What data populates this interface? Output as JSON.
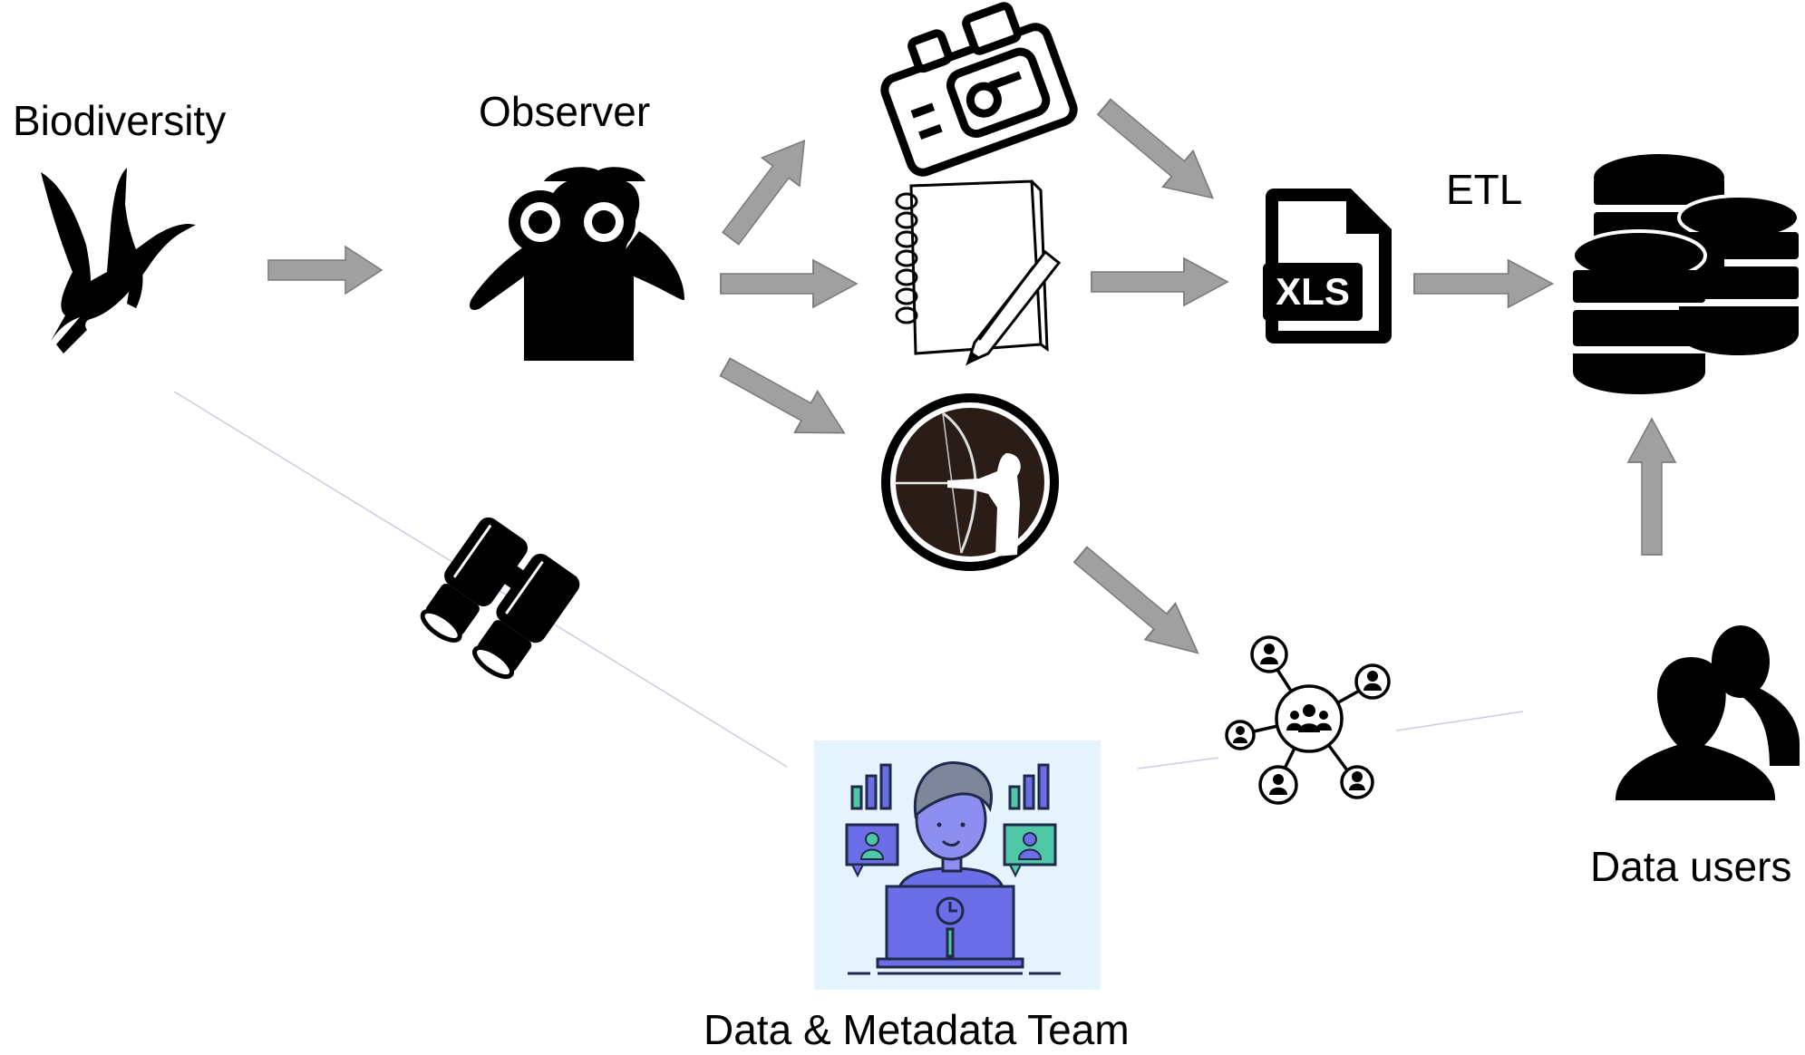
{
  "labels": {
    "biodiversity": "Biodiversity",
    "observer": "Observer",
    "etl": "ETL",
    "data_users": "Data users",
    "team": "Data & Metadata Team"
  },
  "xls_badge": "XLS",
  "icons": [
    "bird-icon",
    "binoculars-observer-icon",
    "sound-recorder-icon",
    "notebook-pencil-icon",
    "archery-icon",
    "spreadsheet-xls-icon",
    "database-icon",
    "users-icon",
    "network-icon",
    "binoculars-icon",
    "data-analyst-icon"
  ],
  "colors": {
    "arrow": "#a0a0a0",
    "arrow_stroke": "#7a7a7a",
    "icon": "#000000",
    "team_bg": "#e4f3fd",
    "team_accent": "#6b6ee6"
  }
}
